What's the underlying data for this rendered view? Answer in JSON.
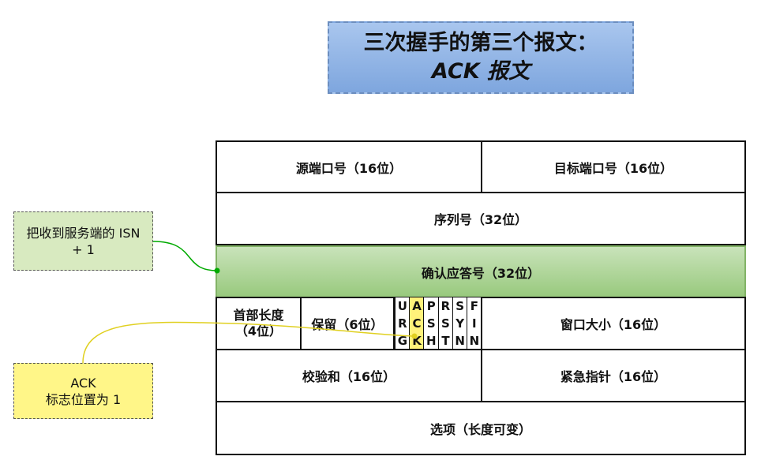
{
  "title": {
    "line1": "三次握手的第三个报文：",
    "line2": "ACK 报文"
  },
  "fields": {
    "src_port": "源端口号（16位）",
    "dst_port": "目标端口号（16位）",
    "seq": "序列号（32位）",
    "ack_num": "确认应答号（32位）",
    "header_len_1": "首部长度",
    "header_len_2": "（4位）",
    "reserved": "保留（6位）",
    "window": "窗口大小（16位）",
    "checksum": "校验和（16位）",
    "urgent": "紧急指针（16位）",
    "options": "选项（长度可变）"
  },
  "flags": [
    {
      "c1": "U",
      "c2": "R",
      "c3": "G",
      "highlight": false
    },
    {
      "c1": "A",
      "c2": "C",
      "c3": "K",
      "highlight": true
    },
    {
      "c1": "P",
      "c2": "S",
      "c3": "H",
      "highlight": false
    },
    {
      "c1": "R",
      "c2": "S",
      "c3": "T",
      "highlight": false
    },
    {
      "c1": "S",
      "c2": "Y",
      "c3": "N",
      "highlight": false
    },
    {
      "c1": "F",
      "c2": "I",
      "c3": "N",
      "highlight": false
    }
  ],
  "notes": {
    "isn_1": "把收到服务端的 ISN",
    "isn_2": "+ 1",
    "ack_1": "ACK",
    "ack_2": "标志位置为 1"
  },
  "colors": {
    "title_fill": "#7ea6de",
    "ack_row_fill": "#98c97d",
    "ack_flag_fill": "#fff27a",
    "note_green": "#d8eac0",
    "note_yellow": "#fff688",
    "wire_green": "#00aa00",
    "wire_yellow": "#e0d020"
  }
}
